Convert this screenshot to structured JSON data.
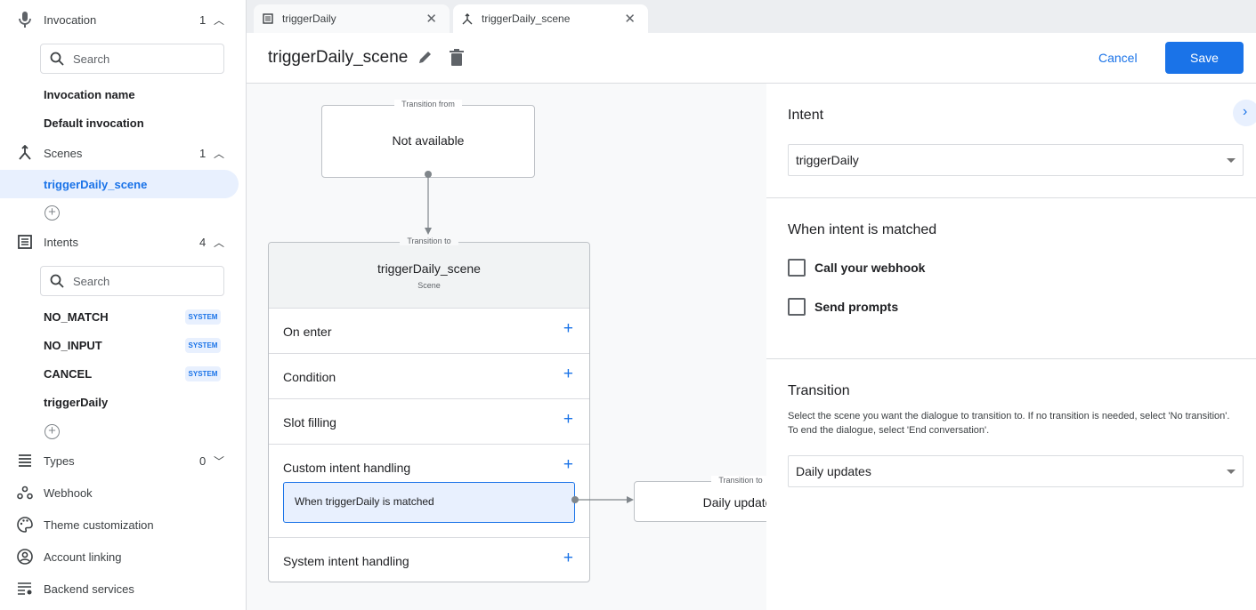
{
  "sidebar": {
    "invocation": {
      "label": "Invocation",
      "count": "1",
      "search_placeholder": "Search",
      "items": [
        "Invocation name",
        "Default invocation"
      ]
    },
    "scenes": {
      "label": "Scenes",
      "count": "1",
      "items": [
        "triggerDaily_scene"
      ],
      "selected": "triggerDaily_scene"
    },
    "intents": {
      "label": "Intents",
      "count": "4",
      "search_placeholder": "Search",
      "items": [
        {
          "name": "NO_MATCH",
          "badge": "SYSTEM"
        },
        {
          "name": "NO_INPUT",
          "badge": "SYSTEM"
        },
        {
          "name": "CANCEL",
          "badge": "SYSTEM"
        },
        {
          "name": "triggerDaily",
          "badge": ""
        }
      ]
    },
    "types": {
      "label": "Types",
      "count": "0"
    },
    "links": [
      "Webhook",
      "Theme customization",
      "Account linking",
      "Backend services"
    ]
  },
  "tabs": [
    {
      "label": "triggerDaily",
      "icon": "intent-icon"
    },
    {
      "label": "triggerDaily_scene",
      "icon": "scene-icon",
      "active": true
    }
  ],
  "header": {
    "title": "triggerDaily_scene",
    "cancel": "Cancel",
    "save": "Save"
  },
  "canvas": {
    "from": {
      "label": "Transition from",
      "value": "Not available"
    },
    "to": {
      "label": "Transition to",
      "name": "triggerDaily_scene",
      "type": "Scene"
    },
    "rows": [
      "On enter",
      "Condition",
      "Slot filling",
      "Custom intent handling",
      "System intent handling"
    ],
    "matched_item": "When triggerDaily is matched",
    "target": {
      "label": "Transition to",
      "name": "Daily updates"
    }
  },
  "panel": {
    "intent_heading": "Intent",
    "intent_value": "triggerDaily",
    "matched_heading": "When intent is matched",
    "checkboxes": [
      {
        "label": "Call your webhook",
        "checked": false
      },
      {
        "label": "Send prompts",
        "checked": false
      }
    ],
    "transition_heading": "Transition",
    "transition_desc": "Select the scene you want the dialogue to transition to. If no transition is needed, select 'No transition'. To end the dialogue, select 'End conversation'.",
    "transition_value": "Daily updates"
  },
  "colors": {
    "accent": "#1a73e8",
    "selected_bg": "#e8f0fe"
  }
}
